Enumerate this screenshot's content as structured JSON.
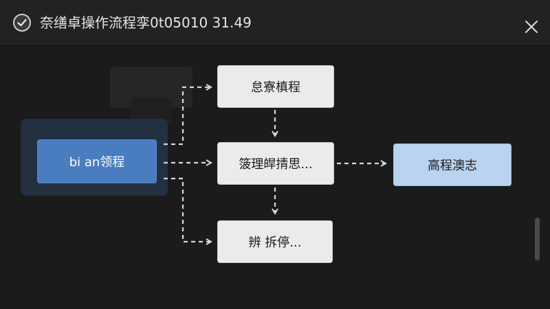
{
  "window": {
    "title": "奈缮卓操作流程孪0t05010 31.49",
    "title_icon": "check-circle-icon",
    "close_icon": "close-icon"
  },
  "flowchart": {
    "nodes": {
      "start": {
        "label": "bi an领程"
      },
      "top": {
        "label": "怠寮槙程"
      },
      "middle": {
        "label": "箥理皔掅思..."
      },
      "bottom": {
        "label": "辨  拆停..."
      },
      "end": {
        "label": "高程澳志"
      }
    },
    "connector_style": "dashed-arrow"
  },
  "colors": {
    "start_node": "#4a7cc0",
    "end_node": "#b9d3f1",
    "node": "#ebebeb",
    "connector": "#d9d9d9",
    "background": "#1b1b1b"
  }
}
